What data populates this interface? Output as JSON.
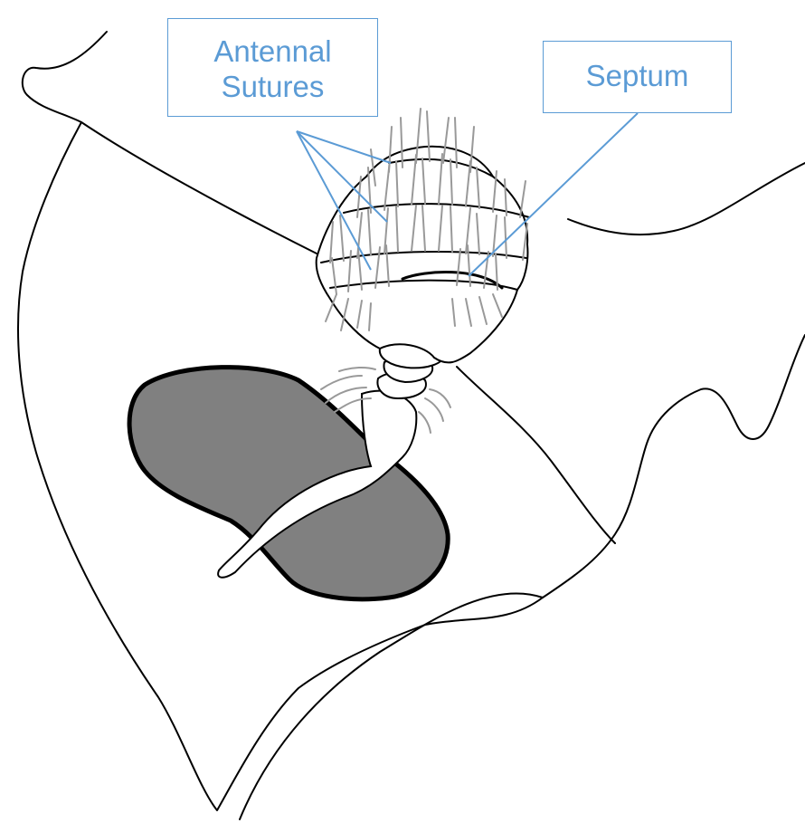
{
  "labels": {
    "antennal_sutures_line1": "Antennal",
    "antennal_sutures_line2": "Sutures",
    "septum": "Septum"
  },
  "colors": {
    "label": "#5b9bd5",
    "outline": "#000000",
    "hair": "#999999",
    "dark_patch": "#808080",
    "background": "#ffffff"
  }
}
